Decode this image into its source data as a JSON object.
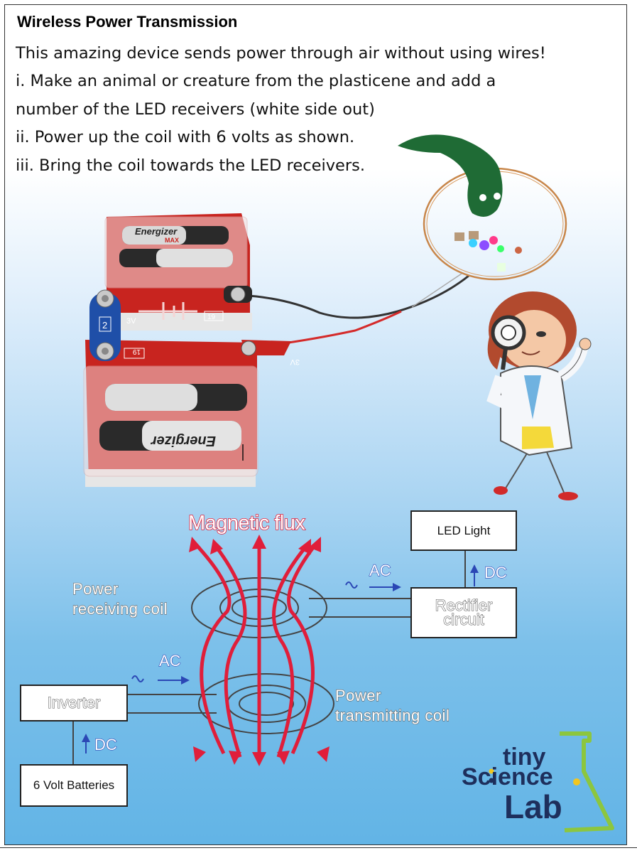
{
  "title": "Wireless Power Transmission",
  "instructions": [
    "This amazing device sends power through air without using wires!",
    "i. Make an animal or creature from the plasticene and add a",
    "number of the LED receivers (white side out)",
    "ii. Power up the coil with 6 volts as shown.",
    "iii. Bring the coil towards the LED receivers."
  ],
  "battery_pack": {
    "brand": "Energizer",
    "model": "MAX",
    "voltage": "3V",
    "part_number": "19",
    "connector_number": "2"
  },
  "diagram": {
    "flux_label": "Magnetic flux",
    "receiving_coil_label_1": "Power",
    "receiving_coil_label_2": "receiving coil",
    "transmitting_coil_label_1": "Power",
    "transmitting_coil_label_2": "transmitting coil",
    "led_light": "LED Light",
    "rectifier_1": "Rectifier",
    "rectifier_2": "circuit",
    "inverter": "Inverter",
    "batteries": "6 Volt Batteries",
    "ac_top": "AC",
    "ac_bottom": "AC",
    "dc_top": "DC",
    "dc_bottom": "DC"
  },
  "logo": {
    "line1": "tiny",
    "line2": "Science",
    "line3": "Lab"
  },
  "colors": {
    "flux_red": "#e01e3a",
    "battery_red": "#c8241f",
    "snap_blue": "#1f4fa8",
    "logo_navy": "#1e2f5c",
    "logo_green": "#8cc63f",
    "snake_green": "#1f6b35"
  }
}
